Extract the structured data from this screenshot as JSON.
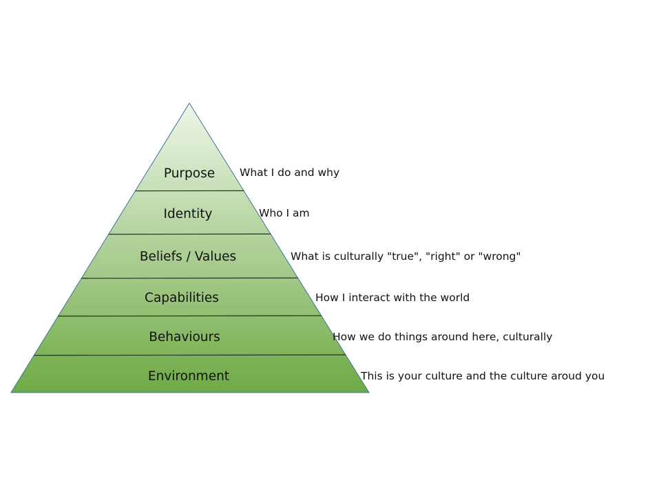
{
  "colors": {
    "top": "#eef6e9",
    "bottom": "#6faa45",
    "outline": "#41719c",
    "divider": "#1f2f1f"
  },
  "levels": [
    {
      "label": "Purpose",
      "description": "What I do and why"
    },
    {
      "label": "Identity",
      "description": "Who I am"
    },
    {
      "label": "Beliefs / Values",
      "description": "What is culturally \"true\", \"right\" or \"wrong\""
    },
    {
      "label": "Capabilities",
      "description": "How I interact with the world"
    },
    {
      "label": "Behaviours",
      "description": "How we do things around here, culturally"
    },
    {
      "label": "Environment",
      "description": "This is your culture and the culture aroud you"
    }
  ]
}
